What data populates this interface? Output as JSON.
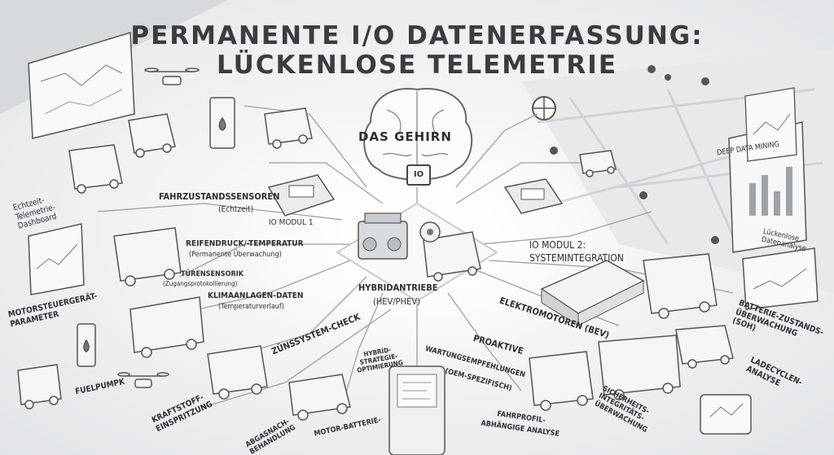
{
  "title": {
    "line1": "PERMANENTE I/O DATENERFASSUNG:",
    "line2": "LÜCKENLOSE TELEMETRIE"
  },
  "center": {
    "brain_label": "DAS GEHIRN",
    "chip_label": "IO"
  },
  "labels": {
    "fahrzustand": "FAHRZUSTANDSSENSOREN",
    "echtzeit": "(Echtzeit)",
    "io_modul_1": "IO MODUL 1",
    "reifendruck": "REIFENDRUCK/-TEMPERATUR",
    "permanente_ueberwachung": "(Permanente Überwachung)",
    "tuerensensorik": "TÜRENSENSORIK",
    "zugangsprotokollierung": "(Zugangsprotokollierung)",
    "klima": "KLIMAANLAGEN-DATEN",
    "temperaturverlauf": "(Temperaturverlauf)",
    "hybrid": "HYBRIDANTRIEBE",
    "hev_phev": "(HEV/PHEV)",
    "echtzeit_dashboard": "Echtzeit-Telemetrie-Dashboard",
    "motorsteuergeraet": "MOTORSTEUERGERÄT-PARAMETER",
    "zuendsystem": "ZÜNSSYSTEM-CHECK",
    "fuelpump": "FUELPUMPK",
    "kraftstoff": "KRAFTSTOFF-EINSPRITZUNG",
    "abgas": "ABGASNACH-BEHANDLUNG",
    "motor_batterie": "MOTOR-BATTERIE-",
    "hybrid_strategie": "HYBRID-STRATEGIE-OPTIMIERUNG",
    "io_modul_2": "IO MODUL 2:",
    "systemintegration": "SYSTEMINTEGRATION",
    "elektromotoren": "ELEKTROMOTOREN (BEV)",
    "proaktive": "PROAKTIVE",
    "wartung": "WARTUNGSEMPFEHLUNGEN",
    "oem": "(OEM-SPEZIFISCH)",
    "fahrprofil": "FAHRPROFIL-",
    "abhaengige": "ABHÄNGIGE ANALYSE",
    "sicherheit": "SICHERHEITS-INTEGRITÄTS-ÜBERWACHUNG",
    "batterie": "BATTERIE-ZUSTANDS-ÜBERWACHUNG (SoH)",
    "ladecyclen": "LADECYCLEN-ANALYSE",
    "deep_data": "DEEP DATA MINING",
    "lueckenlose": "Lückenlose Datenanalyse"
  }
}
